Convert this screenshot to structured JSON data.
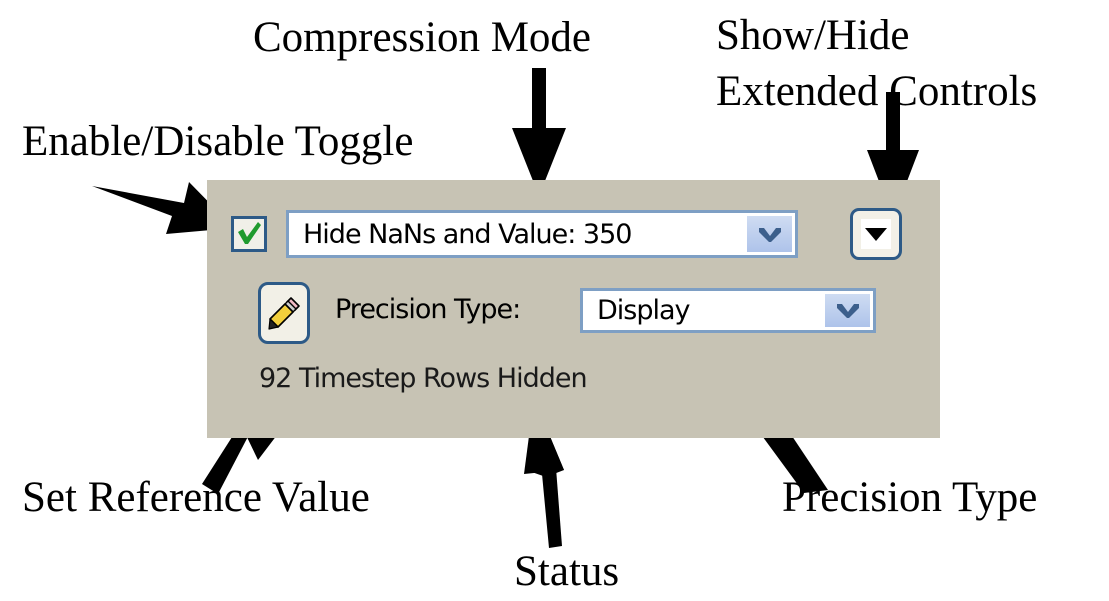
{
  "annotations": {
    "compression_mode": "Compression Mode",
    "show_hide_line1": "Show/Hide",
    "show_hide_line2": "Extended Controls",
    "enable_disable": "Enable/Disable Toggle",
    "set_reference_value": "Set Reference Value",
    "status": "Status",
    "precision_type": "Precision Type"
  },
  "panel": {
    "background_color": "#c7c3b4",
    "toggle": {
      "checked": true,
      "check_color": "#1f9a2e",
      "border_color": "#2d5a87"
    },
    "mode_combo": {
      "value": "Hide NaNs and Value: 350",
      "border_color": "#7e9fc4",
      "arrow_color": "#3c5f8c"
    },
    "expand_button": {
      "glyph": "triangle-down",
      "border_color": "#2d5a87"
    },
    "reference_button": {
      "icon": "pencil-icon",
      "pencil_body_color": "#f2cf3c",
      "pencil_eraser_color": "#f0b9c4",
      "border_color": "#2d5a87"
    },
    "precision_label": "Precision Type:",
    "precision_combo": {
      "value": "Display",
      "border_color": "#7e9fc4",
      "arrow_color": "#3c5f8c"
    },
    "status_text": "92 Timestep Rows Hidden"
  }
}
